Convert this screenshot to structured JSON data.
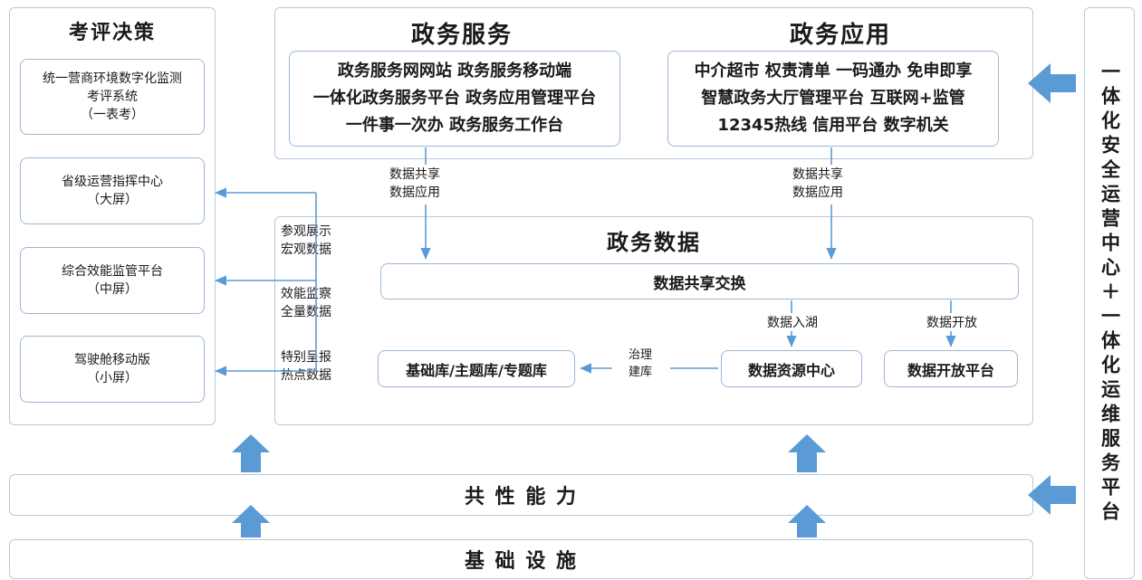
{
  "diagram": {
    "left_panel": {
      "title": "考评决策",
      "items": [
        {
          "lines": [
            "统一营商环境数字化监测",
            "考评系统",
            "（一表考）"
          ]
        },
        {
          "lines": [
            "省级运营指挥中心",
            "（大屏）"
          ]
        },
        {
          "lines": [
            "综合效能监管平台",
            "（中屏）"
          ]
        },
        {
          "lines": [
            "驾驶舱移动版",
            "（小屏）"
          ]
        }
      ]
    },
    "service_panel": {
      "title": "政务服务",
      "lines": [
        "政务服务网网站 政务服务移动端",
        "一体化政务服务平台 政务应用管理平台",
        "一件事一次办 政务服务工作台"
      ]
    },
    "app_panel": {
      "title": "政务应用",
      "lines": [
        "中介超市 权责清单 一码通办 免申即享",
        "智慧政务大厅管理平台 互联网+监管",
        "12345热线 信用平台 数字机关"
      ]
    },
    "data_panel": {
      "title": "政务数据",
      "exchange": "数据共享交换",
      "boxes": {
        "library": "基础库/主题库/专题库",
        "resource_center": "数据资源中心",
        "open_platform": "数据开放平台"
      },
      "labels": {
        "lake": "数据入湖",
        "open": "数据开放",
        "govern": [
          "治理",
          "建库"
        ]
      }
    },
    "flow_labels": {
      "share_left": [
        "数据共享",
        "数据应用"
      ],
      "share_right": [
        "数据共享",
        "数据应用"
      ],
      "visit": [
        "参观展示",
        "宏观数据"
      ],
      "efficiency": [
        "效能监察",
        "全量数据"
      ],
      "special": [
        "特别呈报",
        "热点数据"
      ]
    },
    "common_capability": "共 性 能 力",
    "infrastructure": "基 础 设 施",
    "right_panel": {
      "text": "一体化安全运营中心＋一体化运维服务平台"
    },
    "colors": {
      "arrow_fill": "#5b9bd5",
      "line": "#5b9bd5",
      "box_border": "#9bb7d4",
      "panel_border": "#b9c9da"
    }
  }
}
